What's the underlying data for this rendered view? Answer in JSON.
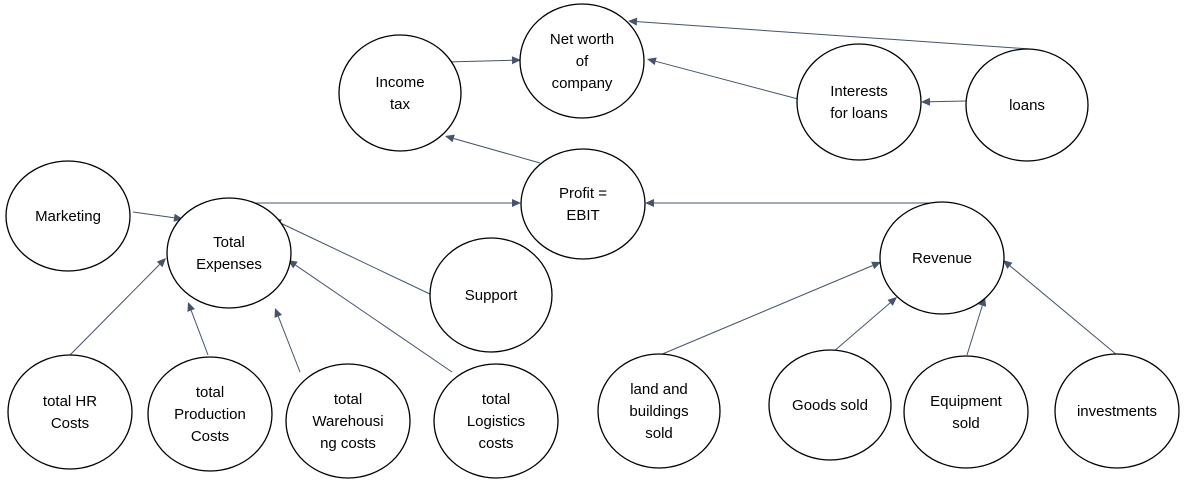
{
  "nodes": {
    "net_worth": {
      "lines": [
        "Net worth",
        "of",
        "company"
      ]
    },
    "income_tax": {
      "lines": [
        "Income",
        "tax"
      ]
    },
    "interests_for_loans": {
      "lines": [
        "Interests",
        "for loans"
      ]
    },
    "loans": {
      "lines": [
        "loans"
      ]
    },
    "marketing": {
      "lines": [
        "Marketing"
      ]
    },
    "profit_ebit": {
      "lines": [
        "Profit =",
        "EBIT"
      ]
    },
    "total_expenses": {
      "lines": [
        "Total",
        "Expenses"
      ]
    },
    "support": {
      "lines": [
        "Support"
      ]
    },
    "revenue": {
      "lines": [
        "Revenue"
      ]
    },
    "total_hr_costs": {
      "lines": [
        "total HR",
        "Costs"
      ]
    },
    "total_production_costs": {
      "lines": [
        "total",
        "Production",
        "Costs"
      ]
    },
    "total_warehousing_costs": {
      "lines": [
        "total",
        "Warehousi",
        "ng costs"
      ]
    },
    "total_logistics_costs": {
      "lines": [
        "total",
        "Logistics",
        "costs"
      ]
    },
    "land_and_buildings_sold": {
      "lines": [
        "land and",
        "buildings",
        "sold"
      ]
    },
    "goods_sold": {
      "lines": [
        "Goods sold"
      ]
    },
    "equipment_sold": {
      "lines": [
        "Equipment",
        "sold"
      ]
    },
    "investments": {
      "lines": [
        "investments"
      ]
    }
  },
  "edges": [
    {
      "from": "income_tax",
      "to": "net_worth"
    },
    {
      "from": "interests_for_loans",
      "to": "net_worth"
    },
    {
      "from": "loans",
      "to": "net_worth"
    },
    {
      "from": "loans",
      "to": "interests_for_loans"
    },
    {
      "from": "profit_ebit",
      "to": "income_tax"
    },
    {
      "from": "total_expenses",
      "to": "profit_ebit"
    },
    {
      "from": "revenue",
      "to": "profit_ebit"
    },
    {
      "from": "marketing",
      "to": "total_expenses"
    },
    {
      "from": "support",
      "to": "total_expenses"
    },
    {
      "from": "total_hr_costs",
      "to": "total_expenses"
    },
    {
      "from": "total_production_costs",
      "to": "total_expenses"
    },
    {
      "from": "total_warehousing_costs",
      "to": "total_expenses"
    },
    {
      "from": "total_logistics_costs",
      "to": "total_expenses"
    },
    {
      "from": "land_and_buildings_sold",
      "to": "revenue"
    },
    {
      "from": "goods_sold",
      "to": "revenue"
    },
    {
      "from": "equipment_sold",
      "to": "revenue"
    },
    {
      "from": "investments",
      "to": "revenue"
    }
  ]
}
